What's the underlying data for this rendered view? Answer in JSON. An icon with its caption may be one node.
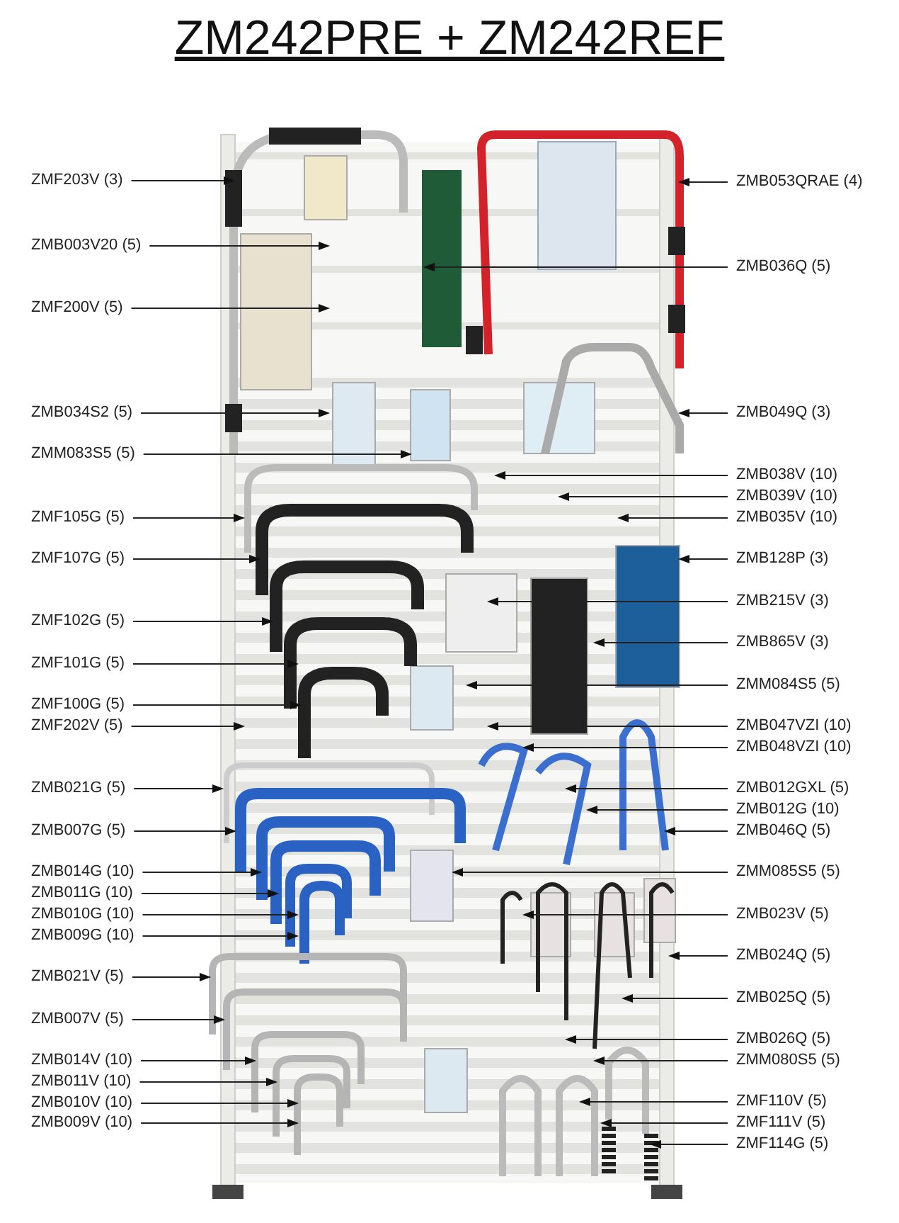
{
  "diagram": {
    "title": "ZM242PRE + ZM242REF",
    "nodes": [
      {
        "text": [
          "ZMF203V (3)"
        ]
      },
      {
        "text": [
          "ZMB003V20 (5)"
        ]
      },
      {
        "text": [
          "ZMF200V (5)"
        ]
      },
      {
        "text": [
          "ZMB034S2 (5)"
        ]
      },
      {
        "text": [
          "ZMM083S5 (5)"
        ]
      },
      {
        "text": [
          "ZMF105G (5)"
        ]
      },
      {
        "text": [
          "ZMF107G (5)"
        ]
      },
      {
        "text": [
          "ZMF102G (5)"
        ]
      },
      {
        "text": [
          "ZMF101G (5)"
        ]
      },
      {
        "text": [
          "ZMF100G (5)"
        ]
      },
      {
        "text": [
          "ZMF202V (5)"
        ]
      },
      {
        "text": [
          "ZMB021G (5)"
        ]
      },
      {
        "text": [
          "ZMB007G (5)"
        ]
      },
      {
        "text": [
          "ZMB014G (10)"
        ]
      },
      {
        "text": [
          "ZMB011G (10)"
        ]
      },
      {
        "text": [
          "ZMB010G (10)"
        ]
      },
      {
        "text": [
          "ZMB009G (10)"
        ]
      },
      {
        "text": [
          "ZMB021V (5)"
        ]
      },
      {
        "text": [
          "ZMB007V (5)"
        ]
      },
      {
        "text": [
          "ZMB014V (10)"
        ]
      },
      {
        "text": [
          "ZMB011V (10)"
        ]
      },
      {
        "text": [
          "ZMB010V (10)"
        ]
      },
      {
        "text": [
          "ZMB009V (10)"
        ]
      },
      {
        "text": [
          "ZMB053QRAE (4)"
        ]
      },
      {
        "text": [
          "ZMB036Q (5)"
        ]
      },
      {
        "text": [
          "ZMB049Q (3)"
        ]
      },
      {
        "text": [
          "ZMB038V (10)"
        ]
      },
      {
        "text": [
          "ZMB039V (10)"
        ]
      },
      {
        "text": [
          "ZMB035V (10)"
        ]
      },
      {
        "text": [
          "ZMB128P (3)"
        ]
      },
      {
        "text": [
          "ZMB215V (3)"
        ]
      },
      {
        "text": [
          "ZMB865V (3)"
        ]
      },
      {
        "text": [
          "ZMM084S5 (5)"
        ]
      },
      {
        "text": [
          "ZMB047VZI (10)"
        ]
      },
      {
        "text": [
          "ZMB048VZI (10)"
        ]
      },
      {
        "text": [
          "ZMB012GXL (5)"
        ]
      },
      {
        "text": [
          "ZMB012G (10)"
        ]
      },
      {
        "text": [
          "ZMB046Q (5)"
        ]
      },
      {
        "text": [
          "ZMM085S5 (5)"
        ]
      },
      {
        "text": [
          "ZMB023V (5)"
        ]
      },
      {
        "text": [
          "ZMB024Q (5)"
        ]
      },
      {
        "text": [
          "ZMB025Q (5)"
        ]
      },
      {
        "text": [
          "ZMB026Q (5)"
        ]
      },
      {
        "text": [
          "ZMM080S5 (5)"
        ]
      },
      {
        "text": [
          "ZMF110V (5)"
        ]
      },
      {
        "text": [
          "ZMF111V (5)"
        ]
      },
      {
        "text": [
          "ZMF114G (5)"
        ]
      }
    ],
    "edges": [
      {
        "from": 0,
        "to": null,
        "arrow": "to"
      },
      {
        "from": 1,
        "to": null,
        "arrow": "to"
      },
      {
        "from": 2,
        "to": null,
        "arrow": "to"
      },
      {
        "from": 3,
        "to": null,
        "arrow": "to"
      },
      {
        "from": 4,
        "to": null,
        "arrow": "to"
      },
      {
        "from": 5,
        "to": null,
        "arrow": "to"
      },
      {
        "from": 6,
        "to": null,
        "arrow": "to"
      },
      {
        "from": 7,
        "to": null,
        "arrow": "to"
      },
      {
        "from": 8,
        "to": null,
        "arrow": "to"
      },
      {
        "from": 9,
        "to": null,
        "arrow": "to"
      },
      {
        "from": 10,
        "to": null,
        "arrow": "to"
      },
      {
        "from": 11,
        "to": null,
        "arrow": "to"
      },
      {
        "from": 12,
        "to": null,
        "arrow": "to"
      },
      {
        "from": 13,
        "to": null,
        "arrow": "to"
      },
      {
        "from": 14,
        "to": null,
        "arrow": "to"
      },
      {
        "from": 15,
        "to": null,
        "arrow": "to"
      },
      {
        "from": 16,
        "to": null,
        "arrow": "to"
      },
      {
        "from": 17,
        "to": null,
        "arrow": "to"
      },
      {
        "from": 18,
        "to": null,
        "arrow": "to"
      },
      {
        "from": 19,
        "to": null,
        "arrow": "to"
      },
      {
        "from": 20,
        "to": null,
        "arrow": "to"
      },
      {
        "from": 21,
        "to": null,
        "arrow": "to"
      },
      {
        "from": 22,
        "to": null,
        "arrow": "to"
      },
      {
        "from": 23,
        "to": null,
        "arrow": "to"
      },
      {
        "from": 24,
        "to": null,
        "arrow": "to"
      },
      {
        "from": 25,
        "to": null,
        "arrow": "to"
      },
      {
        "from": 26,
        "to": null,
        "arrow": "to"
      },
      {
        "from": 27,
        "to": null,
        "arrow": "to"
      },
      {
        "from": 28,
        "to": null,
        "arrow": "to"
      },
      {
        "from": 29,
        "to": null,
        "arrow": "to"
      },
      {
        "from": 30,
        "to": null,
        "arrow": "to"
      },
      {
        "from": 31,
        "to": null,
        "arrow": "to"
      },
      {
        "from": 32,
        "to": null,
        "arrow": "to"
      },
      {
        "from": 33,
        "to": null,
        "arrow": "to"
      },
      {
        "from": 34,
        "to": null,
        "arrow": "to"
      },
      {
        "from": 35,
        "to": null,
        "arrow": "to"
      },
      {
        "from": 36,
        "to": null,
        "arrow": "to"
      },
      {
        "from": 37,
        "to": null,
        "arrow": "to"
      },
      {
        "from": 38,
        "to": null,
        "arrow": "to"
      },
      {
        "from": 39,
        "to": null,
        "arrow": "to"
      },
      {
        "from": 40,
        "to": null,
        "arrow": "to"
      },
      {
        "from": 41,
        "to": null,
        "arrow": "to"
      },
      {
        "from": 42,
        "to": null,
        "arrow": "to"
      },
      {
        "from": 43,
        "to": null,
        "arrow": "to"
      },
      {
        "from": 44,
        "to": null,
        "arrow": "to"
      },
      {
        "from": 45,
        "to": null,
        "arrow": "to"
      },
      {
        "from": 46,
        "to": null,
        "arrow": "to"
      }
    ]
  }
}
